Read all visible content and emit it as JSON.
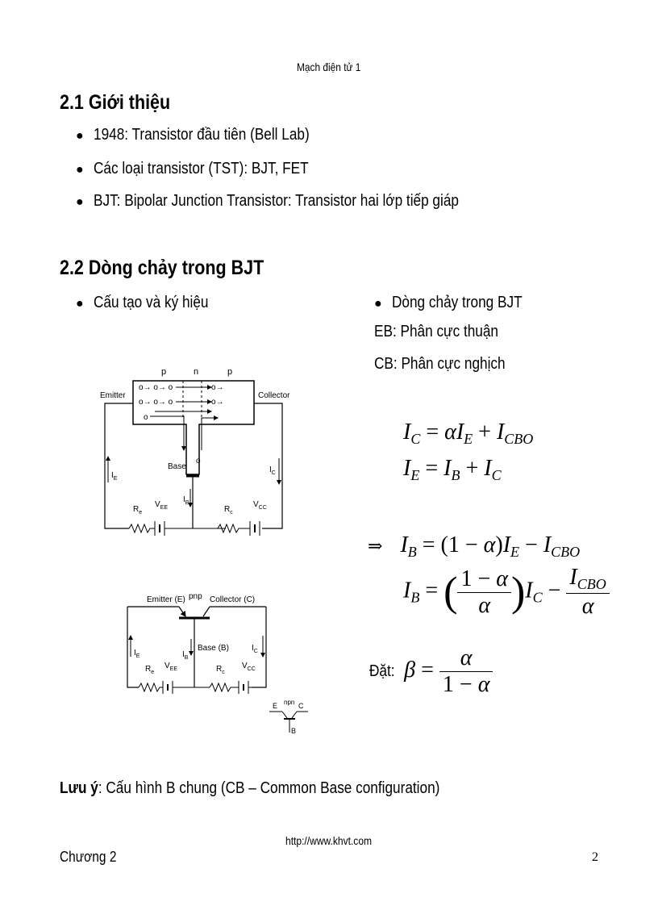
{
  "header": {
    "title": "Mạch điện tử 1"
  },
  "section1": {
    "heading": "2.1 Giới thiệu",
    "bullets": [
      "1948: Transistor đầu tiên (Bell Lab)",
      "Các loại transistor (TST): BJT, FET",
      "BJT: Bipolar Junction Transistor: Transistor hai lớp tiếp giáp"
    ]
  },
  "section2": {
    "heading": "2.2 Dòng chảy trong BJT",
    "left_bullet": "Cấu tạo và ký hiệu",
    "right_bullet": "Dòng chảy trong BJT",
    "eb_text": "EB: Phân cực thuận",
    "cb_text": "CB: Phân cực nghịch",
    "dat_label": "Đặt:"
  },
  "diagram1": {
    "layer_p1": "p",
    "layer_n": "n",
    "layer_p2": "p",
    "emitter": "Emitter",
    "collector": "Collector",
    "base": "Base",
    "ie": "I",
    "ie_sub": "E",
    "ic": "I",
    "ic_sub": "C",
    "ib": "I",
    "ib_sub": "B",
    "re": "R",
    "re_sub": "e",
    "vee": "V",
    "vee_sub": "EE",
    "rc": "R",
    "rc_sub": "c",
    "vcc": "V",
    "vcc_sub": "CC"
  },
  "diagram2": {
    "emitter": "Emitter (E)",
    "type": "pnp",
    "collector": "Collector (C)",
    "base": "Base (B)",
    "ie": "I",
    "ie_sub": "E",
    "ib": "I",
    "ib_sub": "B",
    "ic": "I",
    "ic_sub": "C",
    "re": "R",
    "re_sub": "e",
    "vee": "V",
    "vee_sub": "EE",
    "rc": "R",
    "rc_sub": "c",
    "vcc": "V",
    "vcc_sub": "CC"
  },
  "symbol_npn": {
    "e": "E",
    "type": "npn",
    "c": "C",
    "b": "B"
  },
  "note": {
    "bold": "Lưu ý",
    "text": ": Cấu hình B chung (CB – Common Base configuration)"
  },
  "footer": {
    "url": "http://www.khvt.com",
    "chapter": "Chương 2",
    "page": "2"
  }
}
